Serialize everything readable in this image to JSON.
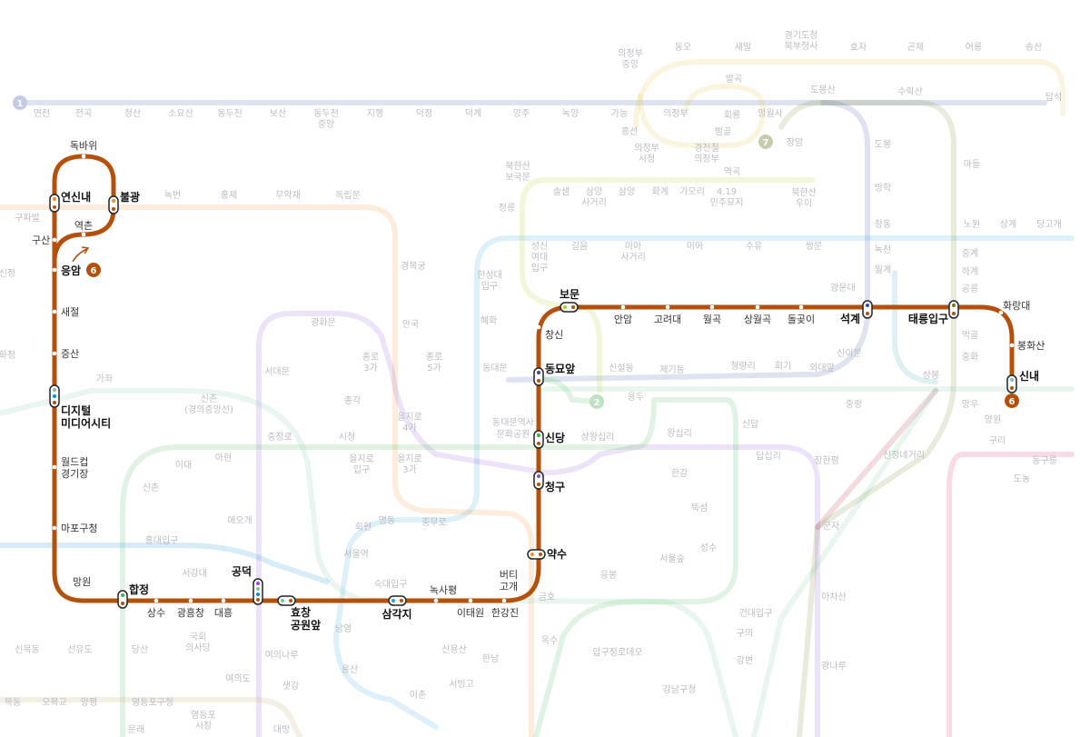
{
  "colors": {
    "line6": "#B5500B",
    "line1": "#2B4FA1",
    "line2": "#3CB44A",
    "line3": "#F58A20",
    "line4": "#2A9FDB",
    "line5": "#8B50D6",
    "line7": "#707A1E",
    "line8": "#E6186C",
    "gyeongui": "#77C4A3",
    "ujin": "#E4C23A",
    "bgtext": "#B9BCC2"
  },
  "line6": {
    "badge": "6",
    "stations": {
      "eungam": "응암",
      "yeokchon": "역촌",
      "dokbawi": "독바위",
      "yeonsinnae": "연신내",
      "bulgwang": "불광",
      "gusan": "구산",
      "saejeol": "새절",
      "jeungsan": "증산",
      "dmc": [
        "디지털",
        "미디어시티"
      ],
      "worldcup": [
        "월드컵",
        "경기장"
      ],
      "mapo_gu": "마포구청",
      "mangwon": "망원",
      "hapjeong": "합정",
      "sangsu": "상수",
      "gwangheungchang": "광흥창",
      "daeheung": "대흥",
      "gongdeok": "공덕",
      "hyochang": [
        "효창",
        "공원앞"
      ],
      "samgakji": "삼각지",
      "noksapyeong": "녹사평",
      "itaewon": "이태원",
      "hangangjin": "한강진",
      "beotigogae": [
        "버티",
        "고개"
      ],
      "yaksu": "약수",
      "cheonggu": "청구",
      "sindang": "신당",
      "dongmyo": "동묘앞",
      "changsin": "창신",
      "bomun": "보문",
      "anam": "안암",
      "korea_univ": "고려대",
      "wolgok": "월곡",
      "sangwolgok": "상월곡",
      "dolgoji": "돌곶이",
      "seokgye": "석계",
      "taereung": "태릉입구",
      "hwarangdae": "화랑대",
      "bonghwasan": "봉화산",
      "sinnae": "신내"
    }
  },
  "background": {
    "line1_badge": "1",
    "line2_badge": "2",
    "line7_badge": "7",
    "labels": {
      "yeoncheon": "연천",
      "jeongok": "전곡",
      "cheongsan": "청산",
      "soyosan": "소요산",
      "dongducheon": "동두천",
      "bosan": "보산",
      "dongducheon_jungang": [
        "동두천",
        "중앙"
      ],
      "jihaeng": "지행",
      "deokjeong": "덕정",
      "deokgye": "덕계",
      "yangju": "양주",
      "nogyang": "녹양",
      "ganeung": "가능",
      "uijeongbu": "의정부",
      "hoeryong": "회룡",
      "mangwolsa": "망월사",
      "dobongsan": "도봉산",
      "suraksan": "수락산",
      "tapseok": "탑석",
      "jangam": "장암",
      "dobong": "도봉",
      "madeul": "마들",
      "banghak": "방학",
      "changdong": "창동",
      "nowon": "노원",
      "sanggye": "상계",
      "danggogae": "당고개",
      "nokcheon": "녹천",
      "wolgye": "월계",
      "junggye": "중계",
      "hagye": "하계",
      "gongneung": "공릉",
      "gwangundae": "광운대",
      "mukdong": "먹골",
      "junghwa": "중화",
      "sangbong": "상봉",
      "mangu": "망우",
      "guri": "구리",
      "donggureung": "동구릉",
      "dono": "도농",
      "yangwon": "양원",
      "jungnang": "중랑",
      "hoegi": "회기",
      "cheongnyangni": "청량리",
      "oedae": "외대앞",
      "sinimun": "신이문",
      "jegidong": "제기동",
      "sinseoldong": "신설동",
      "yongdu": "용두",
      "dongdaemun": "동대문",
      "dongdaemun_park": [
        "동대문역사",
        "문화공원"
      ],
      "sangwangsimni": "상왕십리",
      "wangsimni": "왕십리",
      "sindap": "신답",
      "dapsimni": "답십리",
      "janghanpyeong": "장한평",
      "sinjeong": "신정네거리",
      "gunja": "군자",
      "achasan": "아차산",
      "gwangnaru": "광나루",
      "konkuk": "건대입구",
      "guui": "구의",
      "gangbyeon": "강변",
      "ttukseom": "뚝섬",
      "seongsu": "성수",
      "seoulsup": "서울숲",
      "hangang": "한강",
      "ungbong": "응봉",
      "oksu": "옥수",
      "geumho": "금호",
      "apgujeong_rodeo": "압구정로데오",
      "gangnamgu": "강남구청",
      "jongno3": [
        "종로",
        "3가"
      ],
      "jongno5": [
        "종로",
        "5가"
      ],
      "euljiro4": [
        "을지로",
        "4가"
      ],
      "euljiro3": [
        "을지로",
        "3가"
      ],
      "euljiro_ipgu": [
        "을지로",
        "입구"
      ],
      "cityhall": "시청",
      "jonggak": "종각",
      "chungmuro": "충무로",
      "myeongdong": "명동",
      "hoehyeon": "회현",
      "seoulstation": "서울역",
      "sookmyung": "숙대입구",
      "namyeong": "남영",
      "yongsan": "용산",
      "ichon": "이촌",
      "seobinggo": "서빙고",
      "hannam": "한남",
      "singongdeok": "신용산",
      "chungjeongno": "충정로",
      "seodaemun": "서대문",
      "ahyeon": "아현",
      "ewha": "이대",
      "sinchon": "신촌",
      "aeogae": "애오개",
      "hongik": "홍대입구",
      "seogang": "서강대",
      "gyeongbokgung": "경복궁",
      "anguk": "안국",
      "hyehwa": "혜화",
      "hansung": [
        "한성대",
        "입구"
      ],
      "sungshin": [
        "성신",
        "여대",
        "입구"
      ],
      "gireum": "길음",
      "miasageori": [
        "미아",
        "사거리"
      ],
      "mia": "미아",
      "suyu": "수유",
      "ssangmun": "쌍문",
      "bukhansan": [
        "북한산",
        "우이"
      ],
      "gaori": "가오리",
      "solsaem": "솔샘",
      "samyang": "삼양",
      "hwagye": "화계",
      "samyangsageori": [
        "삼양",
        "사거리"
      ],
      "419": [
        "4.19",
        "민주묘지"
      ],
      "bogungmun": [
        "북한산",
        "보국문"
      ],
      "jeongneung": "정릉",
      "gwanghwamun": "광화문",
      "dongnimmun": "독립문",
      "muakjae": "무악재",
      "hongje": "홍제",
      "nokbeon": "녹번",
      "gupabal": "구파발",
      "yeouido": "여의도",
      "yeouinaru": "여의나루",
      "saetgang": "샛강",
      "dangsan": "당산",
      "seonyudo": "선유도",
      "sinmokdong": "신목동",
      "yeongdeungpo_gu": "영등포구청",
      "yeongdeungpo_market": [
        "영등포",
        "시장"
      ],
      "national_assembly": [
        "국회",
        "의사당"
      ],
      "daebang": "대방",
      "mullae": "문래",
      "omokgyo": "오목교",
      "yangpyeong": "양평",
      "mokdong": "목동",
      "sinchon_gyeongui": [
        "신촌",
        "(경의중앙선)"
      ],
      "gajwa": "가좌",
      "sinjeong_gu": "신정",
      "hwajeong": "화정",
      "gyeonggido": [
        "경기도청",
        "북부청사"
      ],
      "dongo": "동오",
      "saemal": "새말",
      "hyoja": "효자",
      "gonje": "곤제",
      "eoryong": "어룡",
      "songsan": "송산",
      "uijeongbu_jungang": [
        "의정부",
        "중앙"
      ],
      "balgok": "발곡",
      "heungseon": "흥선",
      "uijeongbu_sicheong": [
        "의정부",
        "시청"
      ],
      "gyeongjeon": [
        "경전철",
        "의정부"
      ],
      "beomgol": "범골",
      "yeokgok": "역곡"
    }
  }
}
